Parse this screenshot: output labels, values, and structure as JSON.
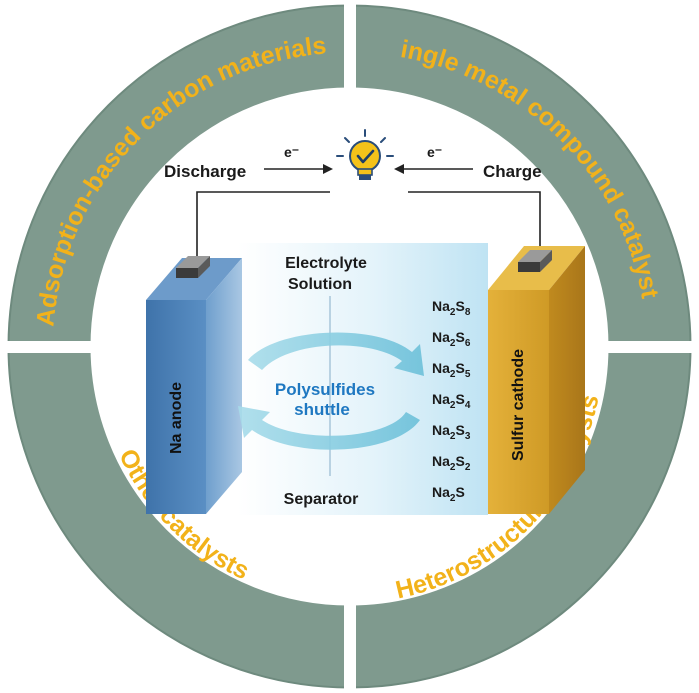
{
  "ring": {
    "quadrants": [
      {
        "label": "Adsorption-based carbon materials"
      },
      {
        "label": "ingle metal compound catalyst"
      },
      {
        "label": "Other catalysts"
      },
      {
        "label": "Heterostructure catalysts"
      }
    ]
  },
  "circuit": {
    "discharge": "Discharge",
    "charge": "Charge",
    "electron_left": "e⁻",
    "electron_right": "e⁻"
  },
  "cell": {
    "electrolyte_line1": "Electrolyte",
    "electrolyte_line2": "Solution",
    "shuttle_line1": "Polysulfides",
    "shuttle_line2": "shuttle",
    "separator": "Separator",
    "anode": "Na anode",
    "cathode": "Sulfur cathode"
  },
  "species": [
    {
      "base": "Na",
      "sub1": "2",
      "mid": "S",
      "sub2": "8"
    },
    {
      "base": "Na",
      "sub1": "2",
      "mid": "S",
      "sub2": "6"
    },
    {
      "base": "Na",
      "sub1": "2",
      "mid": "S",
      "sub2": "5"
    },
    {
      "base": "Na",
      "sub1": "2",
      "mid": "S",
      "sub2": "4"
    },
    {
      "base": "Na",
      "sub1": "2",
      "mid": "S",
      "sub2": "3"
    },
    {
      "base": "Na",
      "sub1": "2",
      "mid": "S",
      "sub2": "2"
    },
    {
      "base": "Na",
      "sub1": "2",
      "mid": "S",
      "sub2": ""
    }
  ],
  "colors": {
    "ring": "#7f9a8e",
    "ring_text": "#f2b21a",
    "anode": "#4a7fb5",
    "cathode": "#d9a32e",
    "shuttle_text": "#1f78c1",
    "electrolyte": "#cfe9f5"
  },
  "icons": {
    "bulb": "lightbulb-check-icon"
  }
}
